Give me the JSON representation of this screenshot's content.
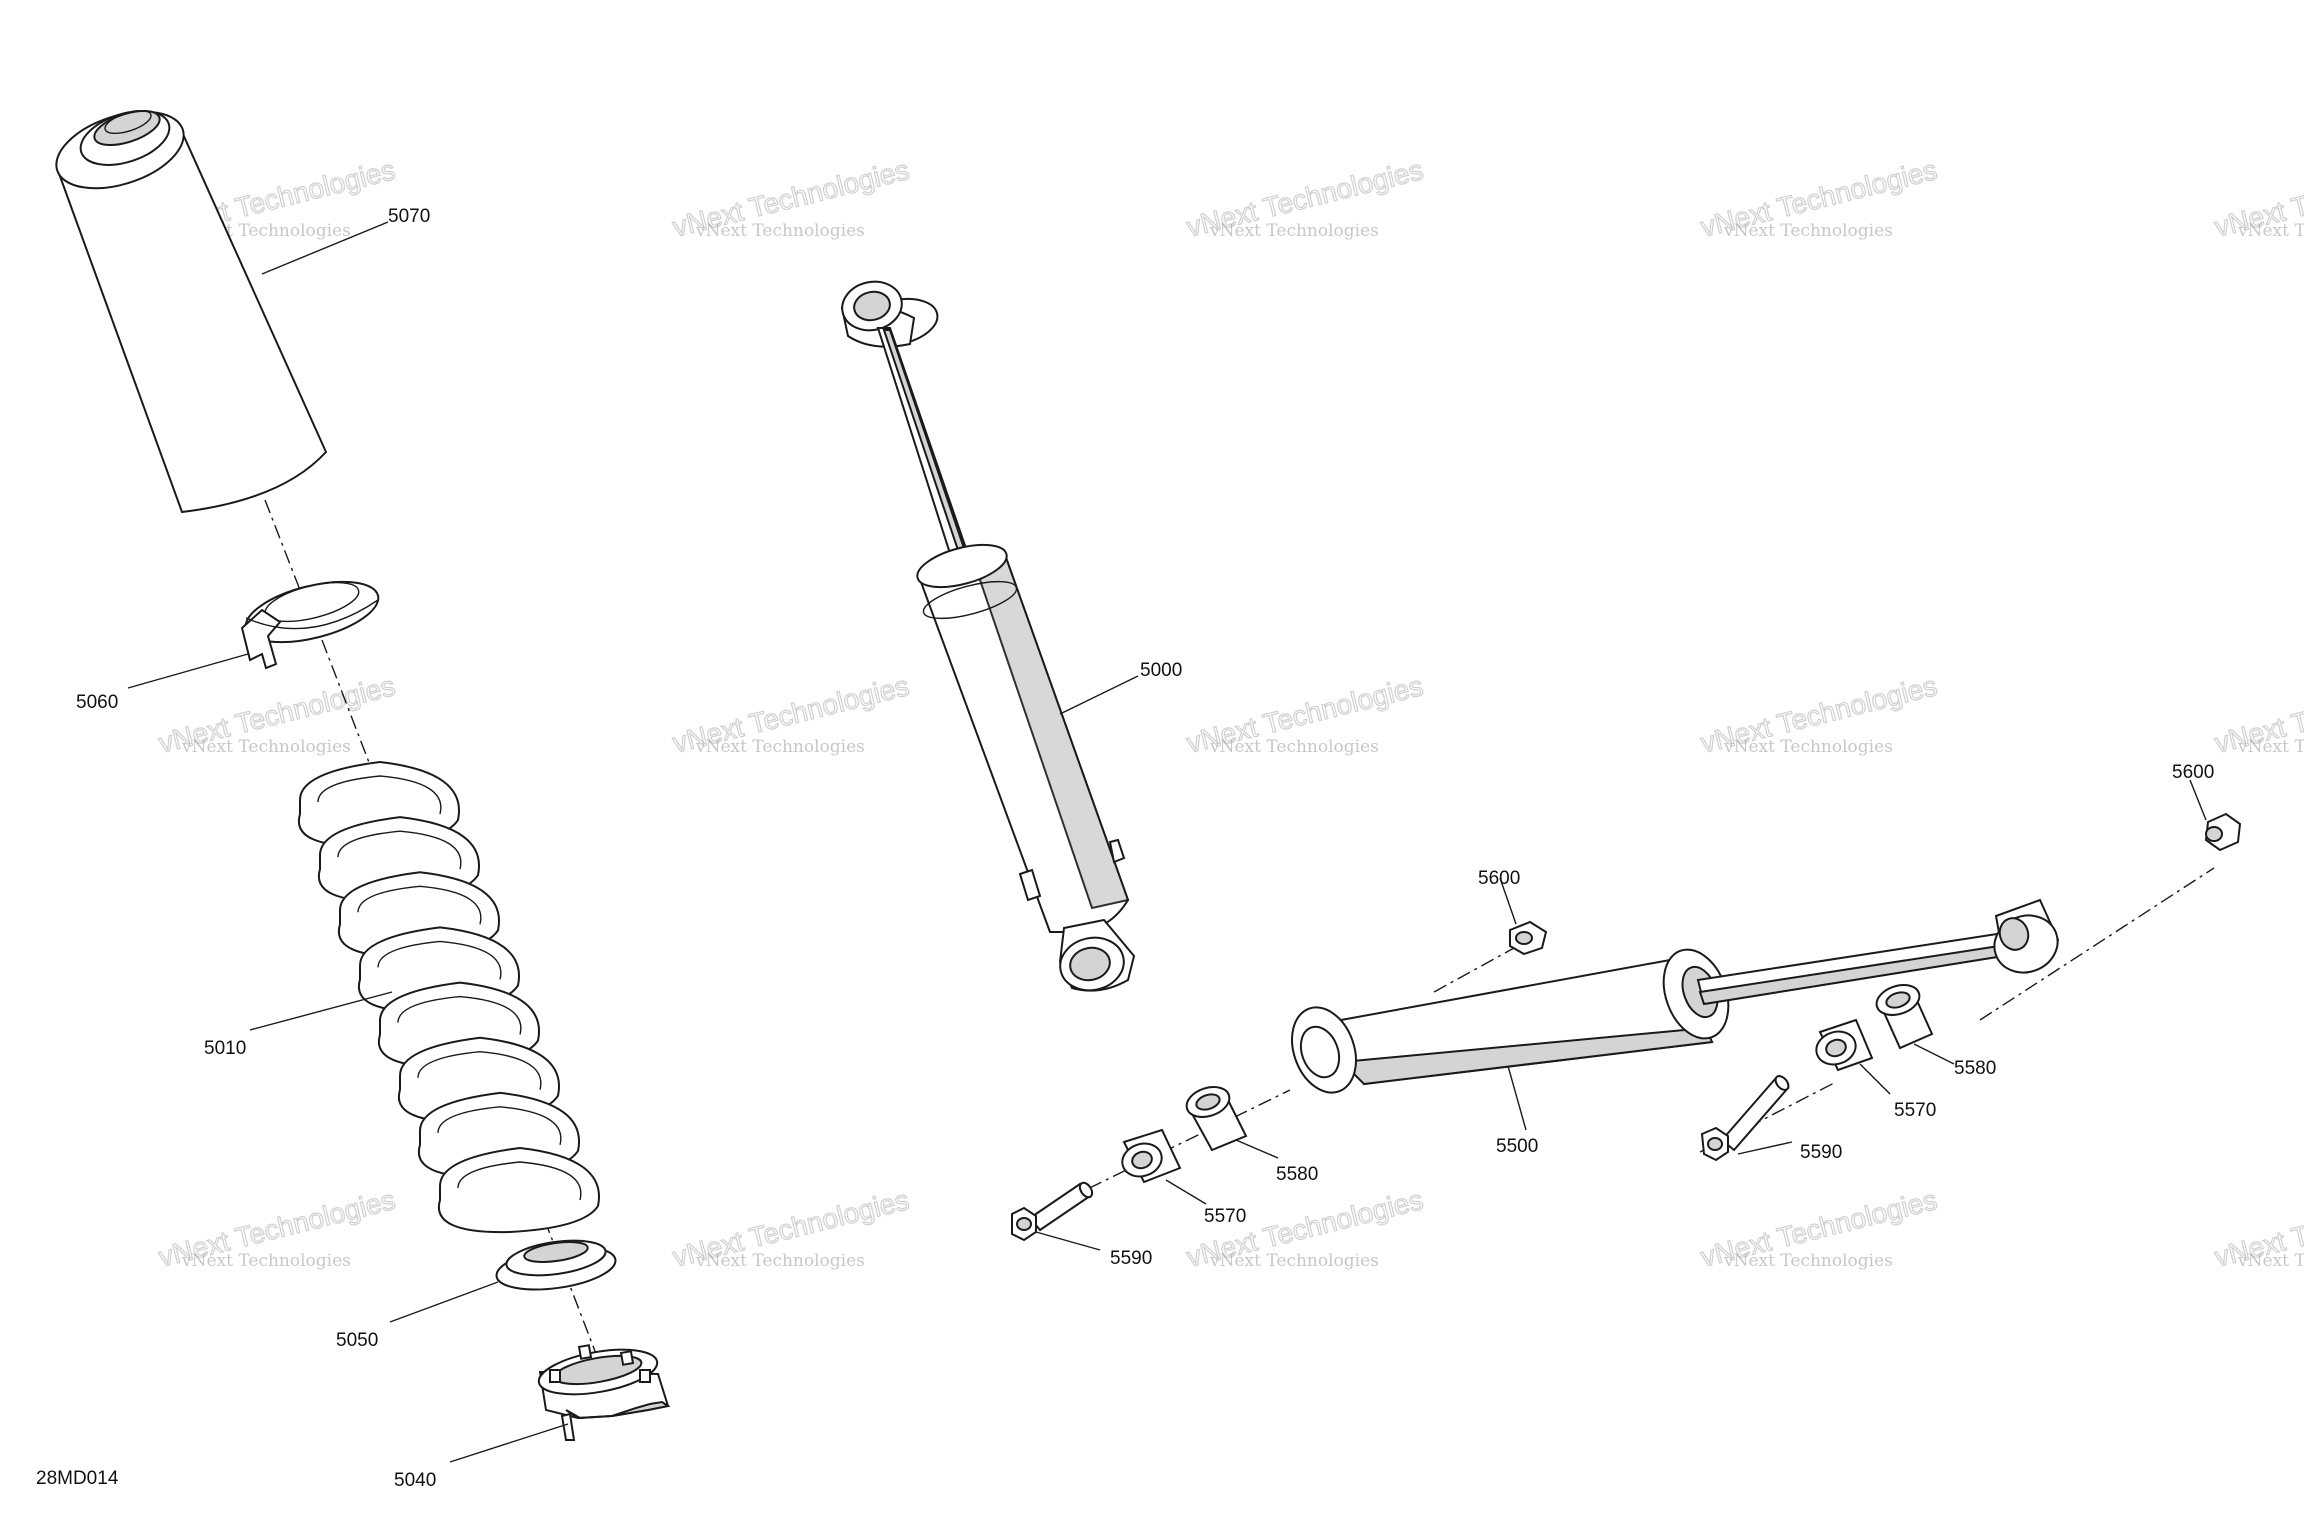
{
  "figure": {
    "code": "28MD014"
  },
  "watermark": {
    "line1": "vNext Technologies",
    "line2": "vNext Technologies"
  },
  "callouts": {
    "c5070": "5070",
    "c5060": "5060",
    "c5010": "5010",
    "c5050": "5050",
    "c5040": "5040",
    "c5000": "5000",
    "c5600a": "5600",
    "c5600b": "5600",
    "c5500": "5500",
    "c5580a": "5580",
    "c5570a": "5570",
    "c5590a": "5590",
    "c5580b": "5580",
    "c5570b": "5570",
    "c5590b": "5590"
  }
}
